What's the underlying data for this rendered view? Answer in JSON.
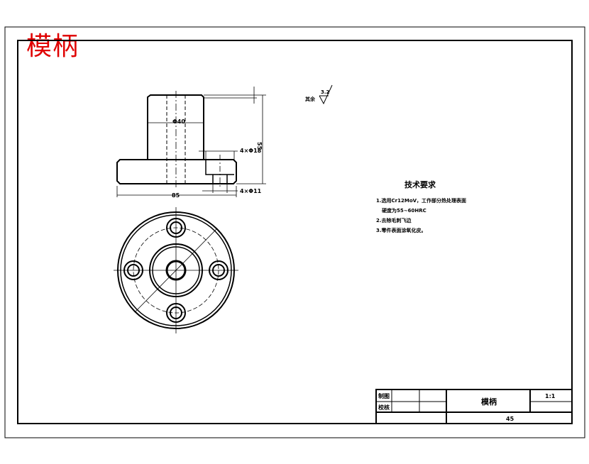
{
  "drawing_title": "模柄",
  "title_color": "#e00000",
  "surface_finish": {
    "label": "其余",
    "value": "3.2"
  },
  "dimensions": {
    "diameter_shank": "Φ40",
    "height": "55",
    "counterbore": "4×Φ18",
    "hole": "4×Φ11",
    "width": "85"
  },
  "tech_requirements": {
    "heading": "技术要求",
    "items": [
      "1.选用Cr12MoV，工作部分热处理表面",
      "硬度为55~60HRC",
      "2.去除毛刺飞边",
      "3.零件表面涂氧化皮。"
    ]
  },
  "title_block": {
    "drawn_label": "制图",
    "checked_label": "校核",
    "part_name": "模柄",
    "scale": "1:1",
    "material": "45"
  }
}
